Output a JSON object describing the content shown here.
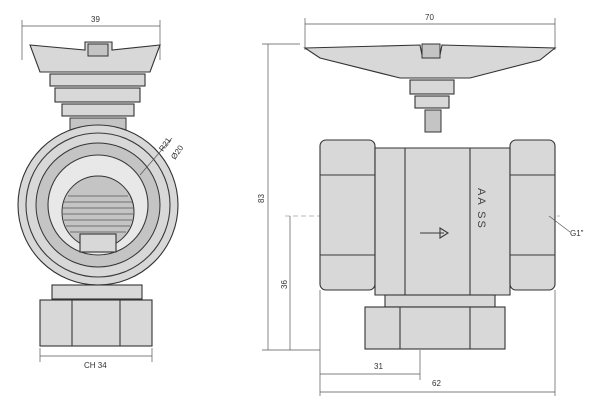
{
  "drawing": {
    "side_view": {
      "width_label": "39",
      "radius_label": "R21",
      "diameter_label": "Ø20",
      "wrench_size_label": "CH 34"
    },
    "front_view": {
      "width_label": "70",
      "height_label": "83",
      "axis_height_label": "36",
      "half_length_label": "31",
      "length_label": "62",
      "thread_label": "G1\"",
      "body_marking": "AA SS"
    }
  }
}
